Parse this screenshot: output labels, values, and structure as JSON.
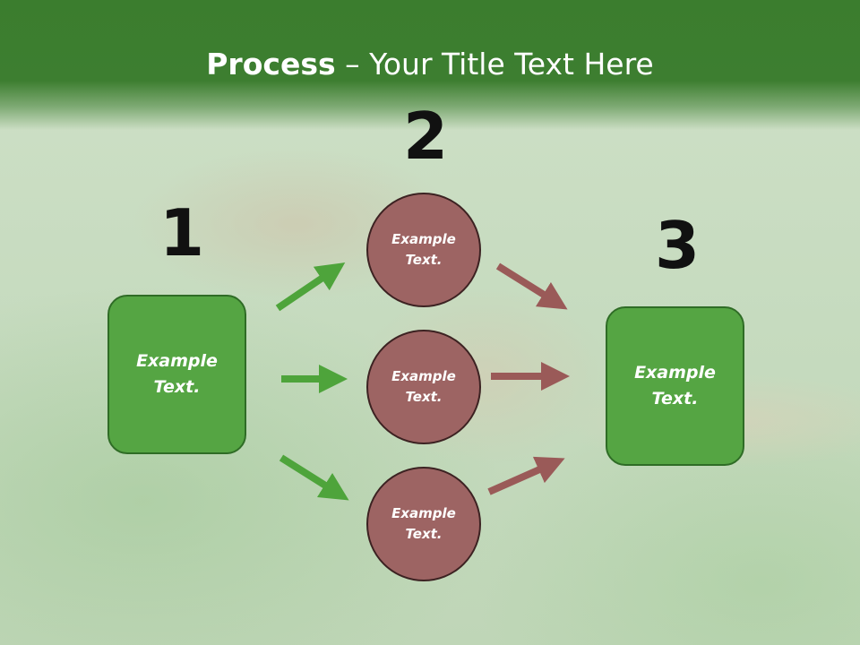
{
  "slide": {
    "title_bold": "Process",
    "title_sep": " – ",
    "title_rest": "Your Title Text Here"
  },
  "steps": [
    {
      "number": "1",
      "text": "Example\nText."
    },
    {
      "number": "2",
      "text": "Example\nText."
    },
    {
      "number": "3",
      "text": "Example\nText."
    }
  ],
  "circles": [
    {
      "text": "Example\nText."
    },
    {
      "text": "Example\nText."
    },
    {
      "text": "Example\nText."
    }
  ],
  "colors": {
    "header": "#3d7e30",
    "green_box": "#55a543",
    "circle": "#9d6463",
    "green_arrow": "#4ea43b",
    "brown_arrow": "#9a5a58"
  }
}
